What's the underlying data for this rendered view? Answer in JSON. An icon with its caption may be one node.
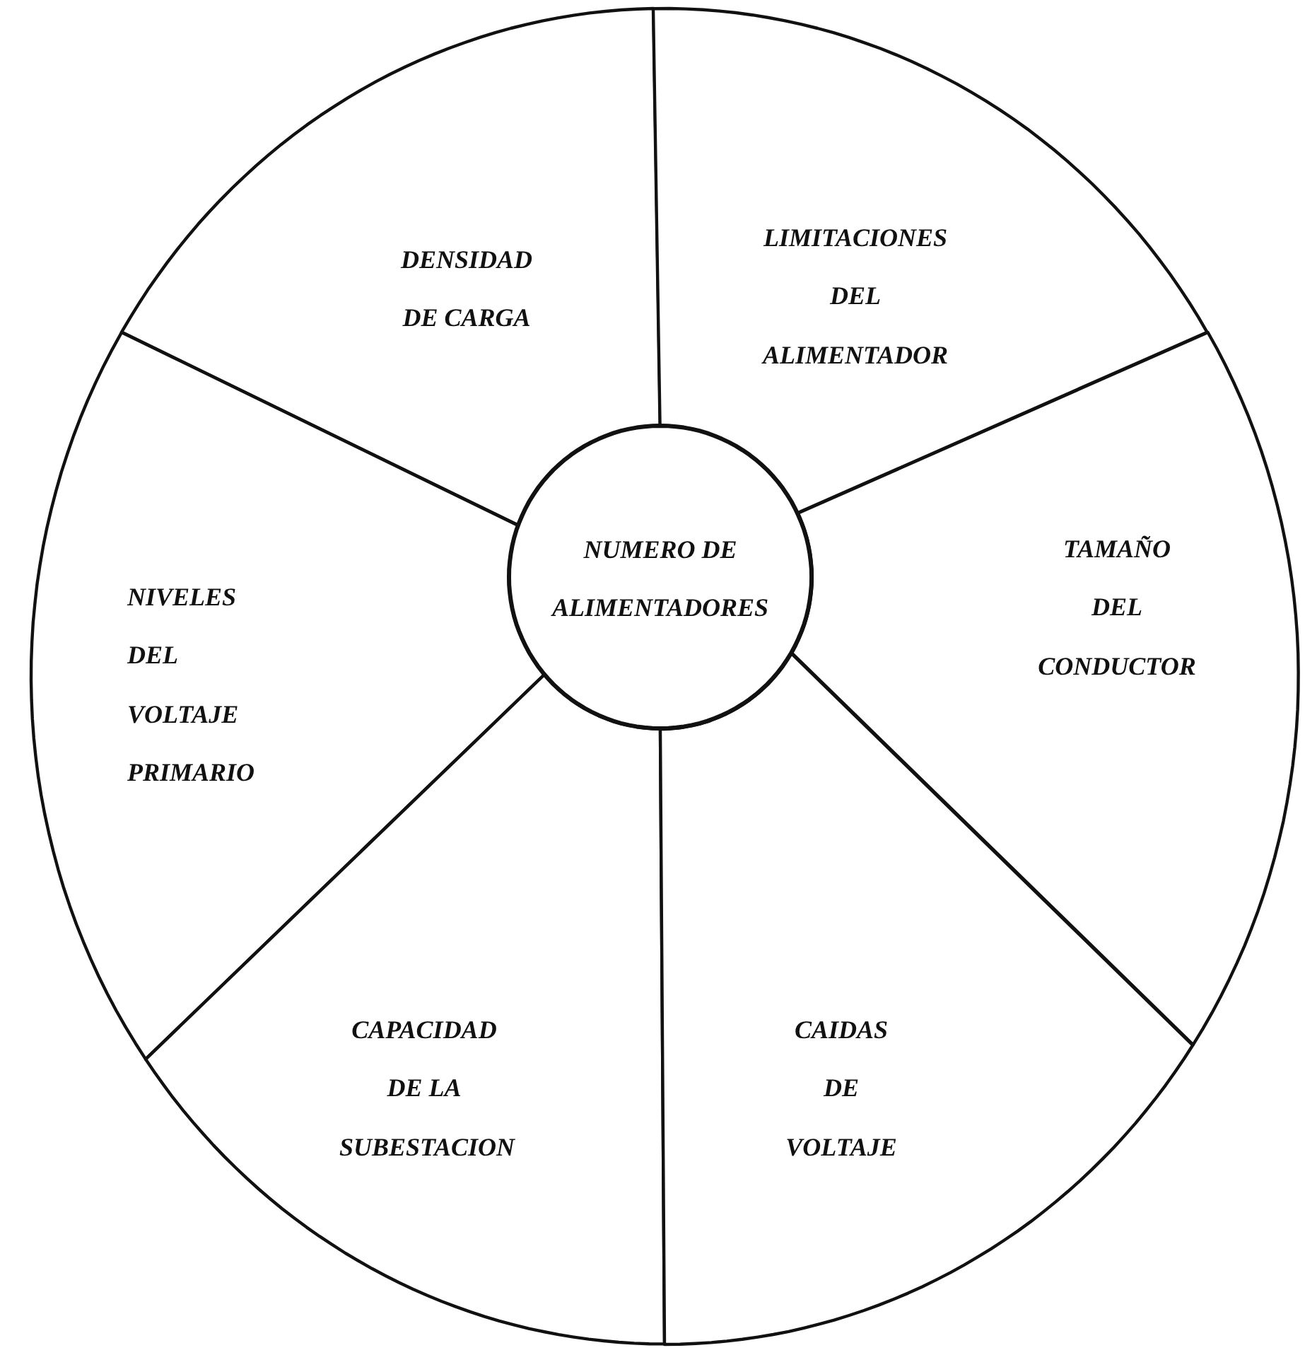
{
  "diagram": {
    "nodes": [
      {
        "text": [
          "DENSIDAD DE CARGA"
        ]
      },
      {
        "text": [
          "LIMITACIONES DEL ALIMENTADOR"
        ]
      },
      {
        "text": [
          "NIVELES DEL VOLTAJE PRIMARIO"
        ]
      },
      {
        "text": [
          "NUMERO DE ALIMENTADORES"
        ]
      },
      {
        "text": [
          "TAMAÑO DEL CONDUCTOR"
        ]
      },
      {
        "text": [
          "CAPACIDAD DE LA SUBESTACION"
        ]
      },
      {
        "text": [
          "CAIDAS DE VOLTAJE"
        ]
      }
    ]
  }
}
